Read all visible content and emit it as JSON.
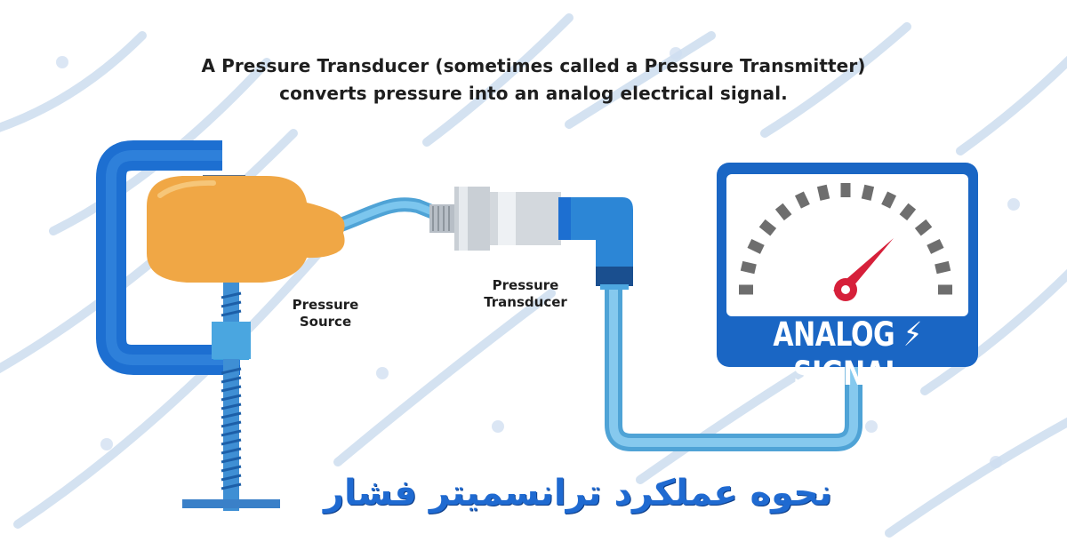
{
  "title": {
    "line1": "A Pressure Transducer (sometimes called a Pressure Transmitter)",
    "line2": "converts pressure into an analog electrical signal."
  },
  "labels": {
    "source": [
      "Pressure",
      "Source"
    ],
    "transducer": [
      "Pressure",
      "Transducer"
    ]
  },
  "gauge": {
    "caption": "ANALOG ⚡ SIGNAL",
    "needle_color": "#d6203a",
    "frame_color": "#1a66c4"
  },
  "persian_caption": "نحوه عملکرد ترانسمیتر فشار",
  "colors": {
    "clamp": "#1d6fd1",
    "source_body": "#f0a745",
    "hose": "#67b8e4",
    "watermark": "#c5d6ea"
  }
}
